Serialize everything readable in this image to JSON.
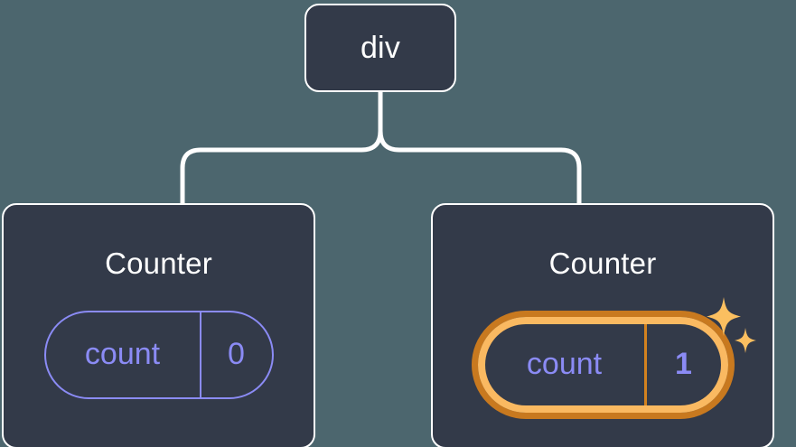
{
  "diagram": {
    "type": "component-tree",
    "background_color": "#4c666e",
    "node_fill_color": "#333a49",
    "node_border_color": "#ffffff",
    "connector_color": "#ffffff",
    "state_color": "#8b8bf5",
    "highlight_outer_color": "#c8791f",
    "highlight_inner_color": "#fab961",
    "sparkle_color": "#fbbf60"
  },
  "root": {
    "label": "div"
  },
  "children": [
    {
      "label": "Counter",
      "highlighted": false,
      "state": {
        "key": "count",
        "value": "0"
      }
    },
    {
      "label": "Counter",
      "highlighted": true,
      "state": {
        "key": "count",
        "value": "1"
      },
      "sparkle_icon": "sparkles-icon"
    }
  ],
  "icons": {
    "sparkles": "sparkles-icon"
  }
}
